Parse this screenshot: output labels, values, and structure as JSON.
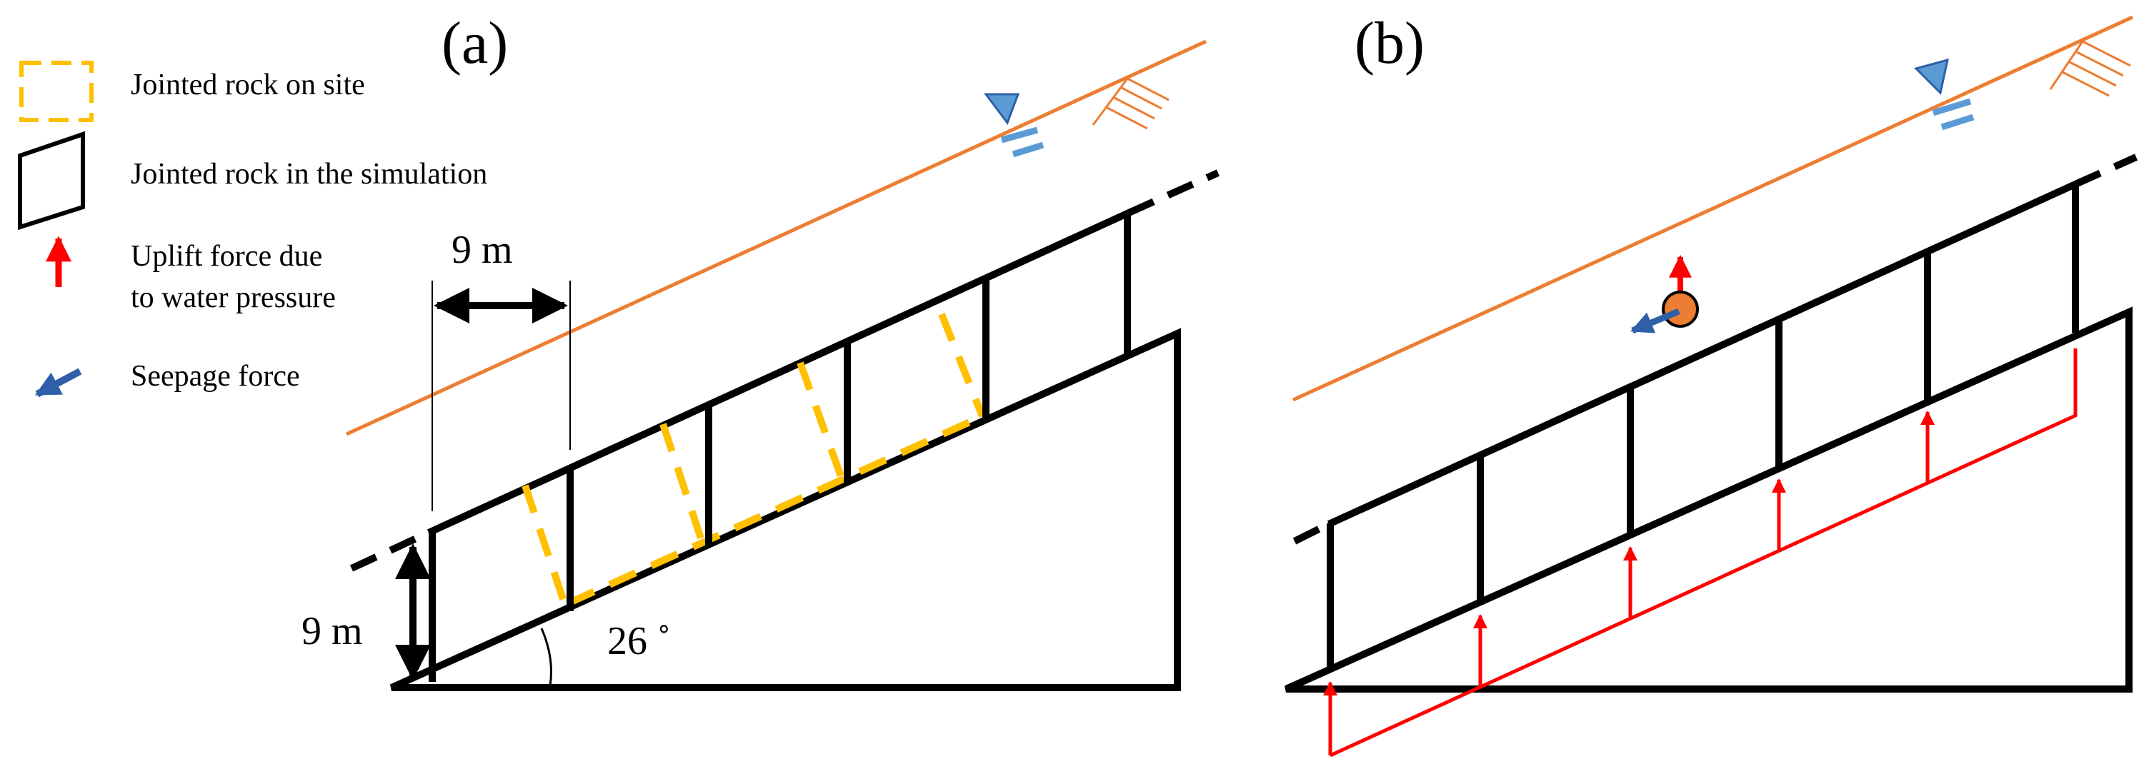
{
  "panels": [
    {
      "id": "a",
      "label": "(a)"
    },
    {
      "id": "b",
      "label": "(b)"
    }
  ],
  "legend": {
    "items": [
      {
        "icon": "yellow-dashed-square-icon",
        "lines": [
          "Jointed rock on site"
        ]
      },
      {
        "icon": "black-parallelogram-icon",
        "lines": [
          "Jointed rock in the simulation"
        ]
      },
      {
        "icon": "red-up-arrow-icon",
        "lines": [
          "Uplift force due",
          "to water pressure"
        ]
      },
      {
        "icon": "blue-arrow-icon",
        "lines": [
          "Seepage  force"
        ]
      }
    ]
  },
  "dimensions": {
    "width": "9 m",
    "height": "9 m",
    "angle": "26 ˚"
  },
  "colors": {
    "structure": "#000000",
    "onsite_joint": "#FFC000",
    "water_table": "#ED7D31",
    "uplift": "#FF0000",
    "seepage": "#2E5FA8",
    "water_symbol": "#5B9BD5"
  }
}
